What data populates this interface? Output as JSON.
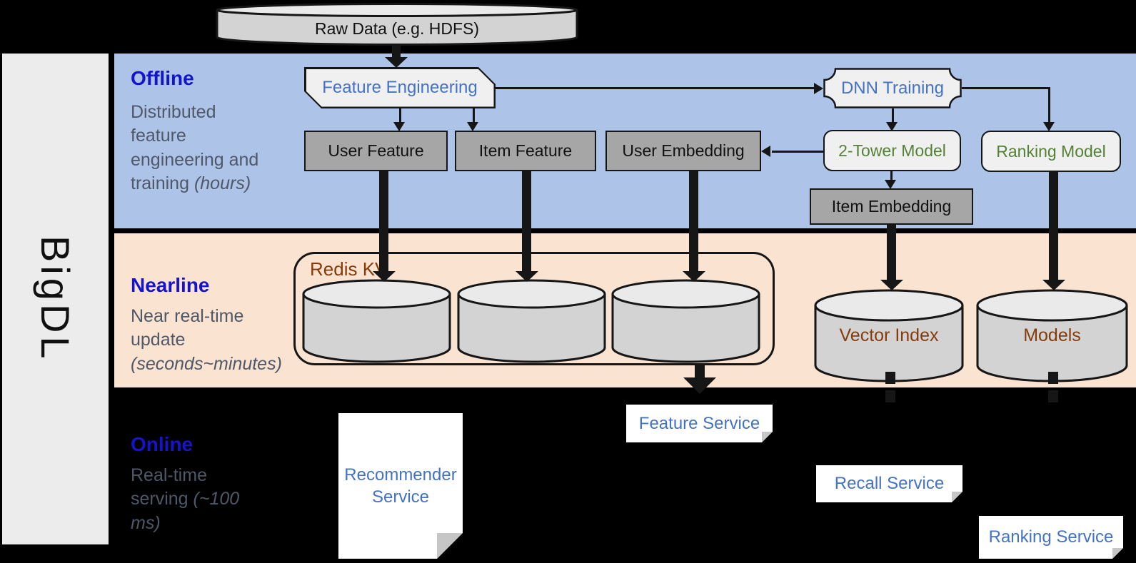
{
  "brand": "BigDL",
  "raw_data": "Raw Data (e.g. HDFS)",
  "sections": {
    "offline": {
      "title": "Offline",
      "desc": "Distributed feature engineering and training ",
      "desc_italic": "(hours)"
    },
    "nearline": {
      "title": "Nearline",
      "desc": "Near real-time update ",
      "desc_italic": "(seconds~minutes)"
    },
    "online": {
      "title": "Online",
      "desc": "Real-time serving ",
      "desc_italic": "(~100 ms)"
    }
  },
  "nodes": {
    "feature_engineering": "Feature Engineering",
    "dnn_training": "DNN Training",
    "user_feature": "User Feature",
    "item_feature": "Item Feature",
    "user_embedding": "User Embedding",
    "two_tower_model": "2-Tower Model",
    "ranking_model": "Ranking Model",
    "item_embedding": "Item Embedding",
    "redis_kv": "Redis KV",
    "vector_index": "Vector Index",
    "models": "Models",
    "recommender_service": "Recommender Service",
    "feature_service": "Feature Service",
    "recall_service": "Recall Service",
    "ranking_service": "Ranking Service"
  },
  "colors": {
    "offline_band": "#adc3e8",
    "nearline_band": "#fbe3d2",
    "sidebar": "#ececec",
    "node_light": "#f0f0f0",
    "node_dark": "#a6a6a6",
    "cylinder_body": "#d3d3d3",
    "cylinder_top": "#eaeaea",
    "line": "#161616",
    "text_blue": "#4472c4",
    "text_green": "#548235",
    "text_brown": "#843c0c",
    "section_title": "#1414cc",
    "section_desc": "#4e5868"
  }
}
